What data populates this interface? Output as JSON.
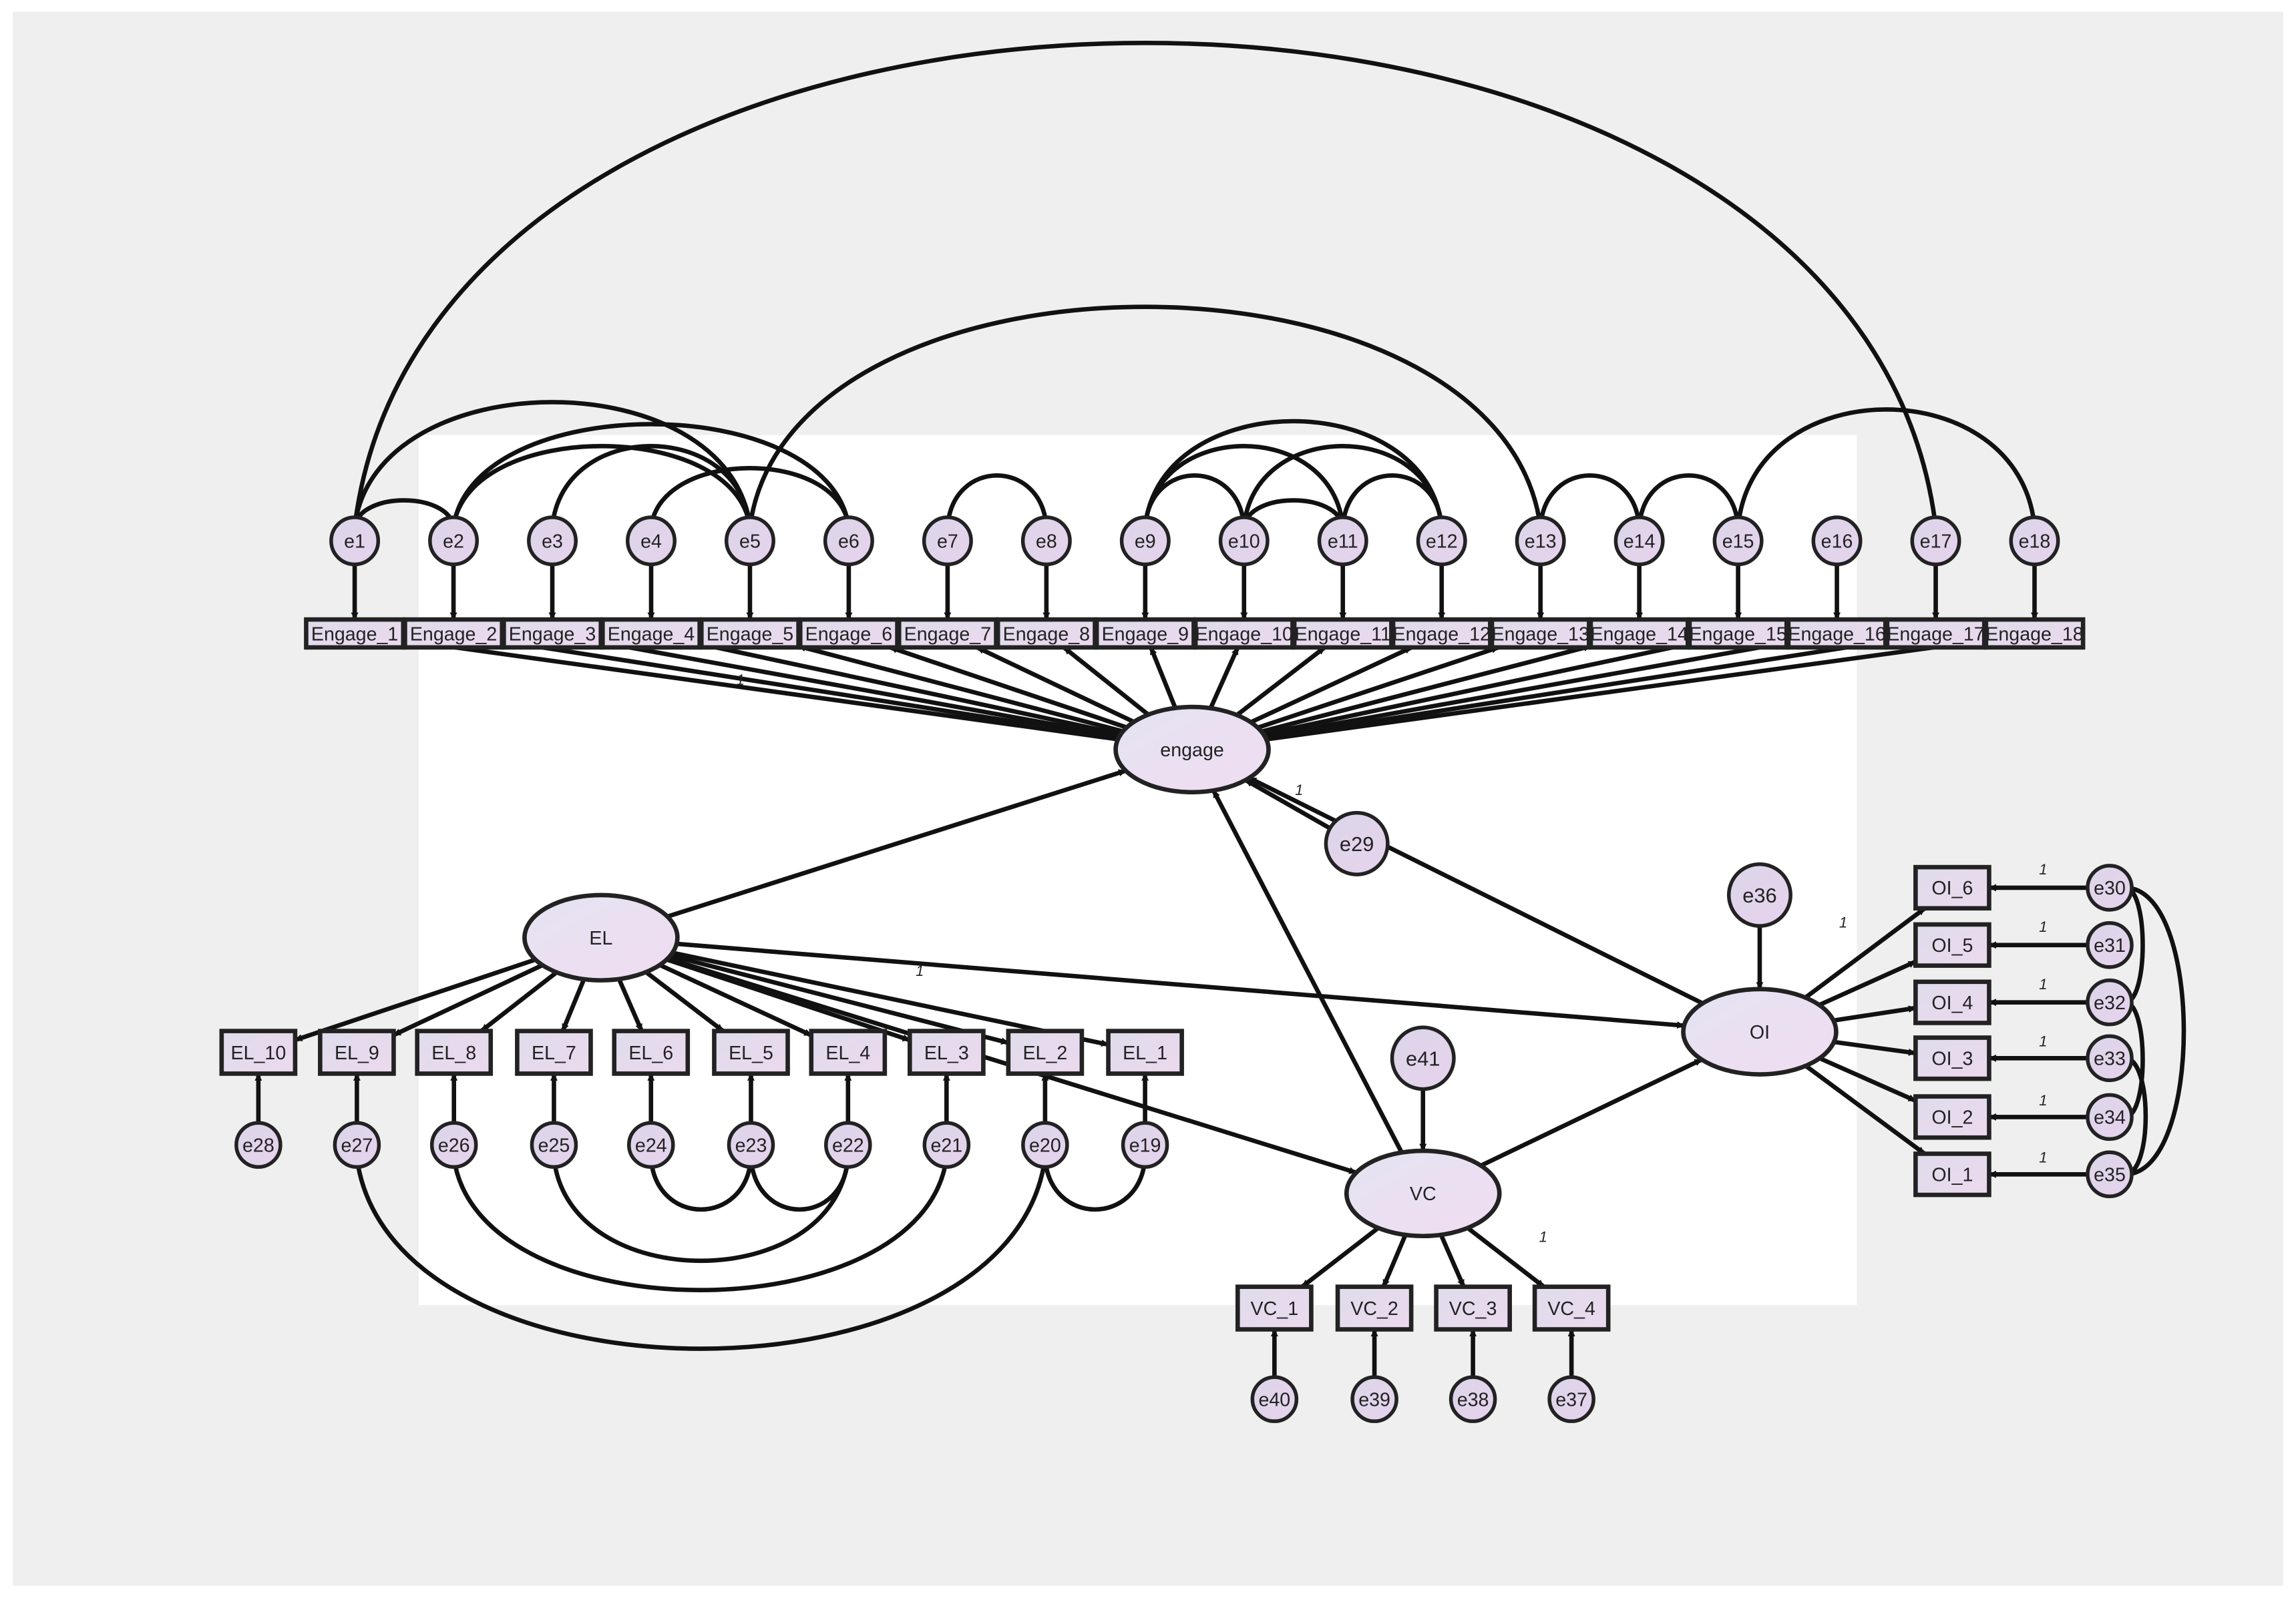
{
  "diagram": {
    "latent": [
      {
        "id": "engage",
        "label": "engage"
      },
      {
        "id": "EL",
        "label": "EL"
      },
      {
        "id": "OI",
        "label": "OI"
      },
      {
        "id": "VC",
        "label": "VC"
      }
    ],
    "engage_indicators": [
      "Engage_1",
      "Engage_2",
      "Engage_3",
      "Engage_4",
      "Engage_5",
      "Engage_6",
      "Engage_7",
      "Engage_8",
      "Engage_9",
      "Engage_10",
      "Engage_11",
      "Engage_12",
      "Engage_13",
      "Engage_14",
      "Engage_15",
      "Engage_16",
      "Engage_17",
      "Engage_18"
    ],
    "engage_errors": [
      "e1",
      "e2",
      "e3",
      "e4",
      "e5",
      "e6",
      "e7",
      "e8",
      "e9",
      "e10",
      "e11",
      "e12",
      "e13",
      "e14",
      "e15",
      "e16",
      "e17",
      "e18"
    ],
    "el_indicators": [
      "EL_10",
      "EL_9",
      "EL_8",
      "EL_7",
      "EL_6",
      "EL_5",
      "EL_4",
      "EL_3",
      "EL_2",
      "EL_1"
    ],
    "el_errors": [
      "e28",
      "e27",
      "e26",
      "e25",
      "e24",
      "e23",
      "e22",
      "e21",
      "e20",
      "e19"
    ],
    "oi_indicators": [
      "OI_6",
      "OI_5",
      "OI_4",
      "OI_3",
      "OI_2",
      "OI_1"
    ],
    "oi_errors": [
      "e30",
      "e31",
      "e32",
      "e33",
      "e34",
      "e35"
    ],
    "vc_indicators": [
      "VC_1",
      "VC_2",
      "VC_3",
      "VC_4"
    ],
    "vc_errors": [
      "e40",
      "e39",
      "e38",
      "e37"
    ],
    "disturbances": {
      "engage": "e29",
      "OI": "e36",
      "VC": "e41"
    },
    "fixed_loading_label": "1"
  }
}
